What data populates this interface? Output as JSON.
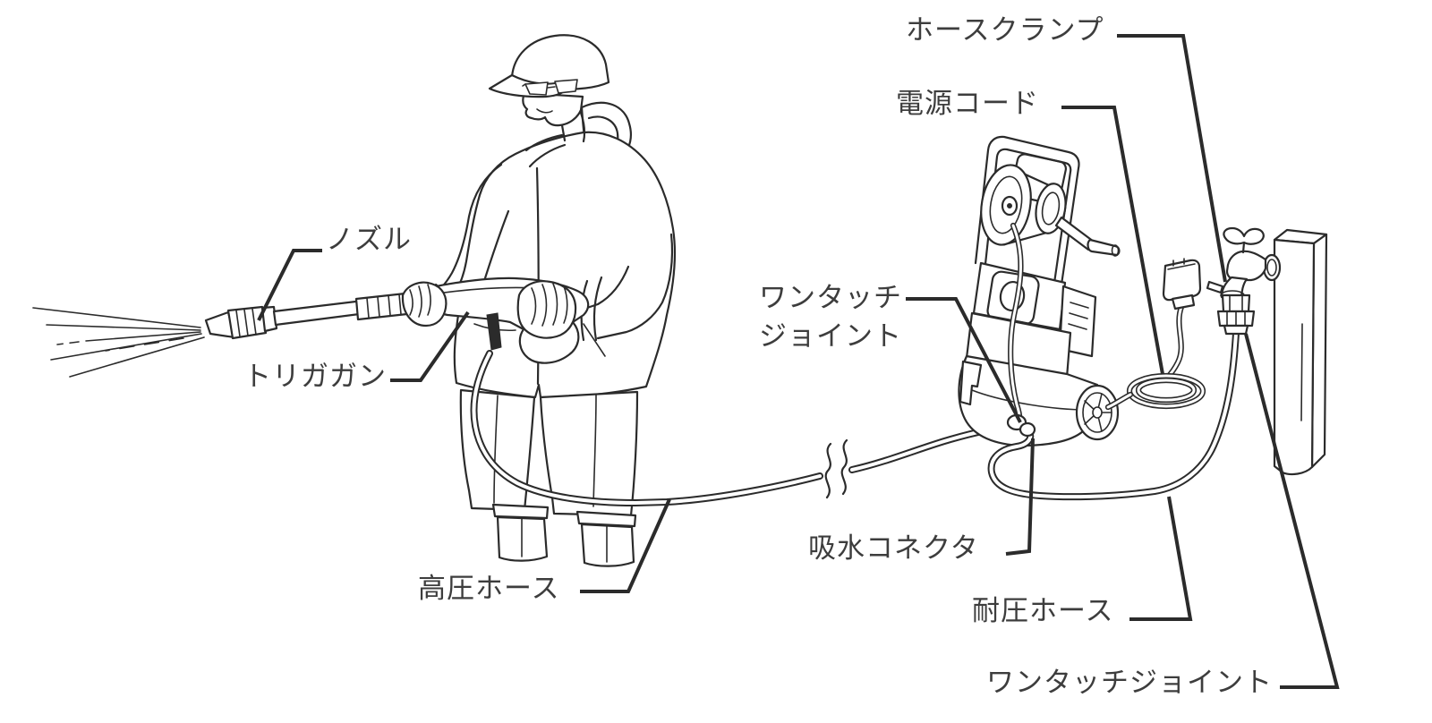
{
  "diagram": {
    "type": "instruction-manual line illustration",
    "subject": "high pressure washer setup with operator, machine and outdoor faucet",
    "background_color": "#ffffff",
    "line_color": "#2b2b2b",
    "label_color": "#3d3d3d",
    "labels": {
      "hose_clamp": "ホースクランプ",
      "power_cord": "電源コード",
      "nozzle": "ノズル",
      "trigger_gun": "トリガガン",
      "one_touch_joint_machine": {
        "line1": "ワンタッチ",
        "line2": "ジョイント"
      },
      "water_suction_connector": "吸水コネクタ",
      "high_pressure_hose": "高圧ホース",
      "pressure_resistant_hose": "耐圧ホース",
      "one_touch_joint_faucet": "ワンタッチジョイント"
    }
  }
}
